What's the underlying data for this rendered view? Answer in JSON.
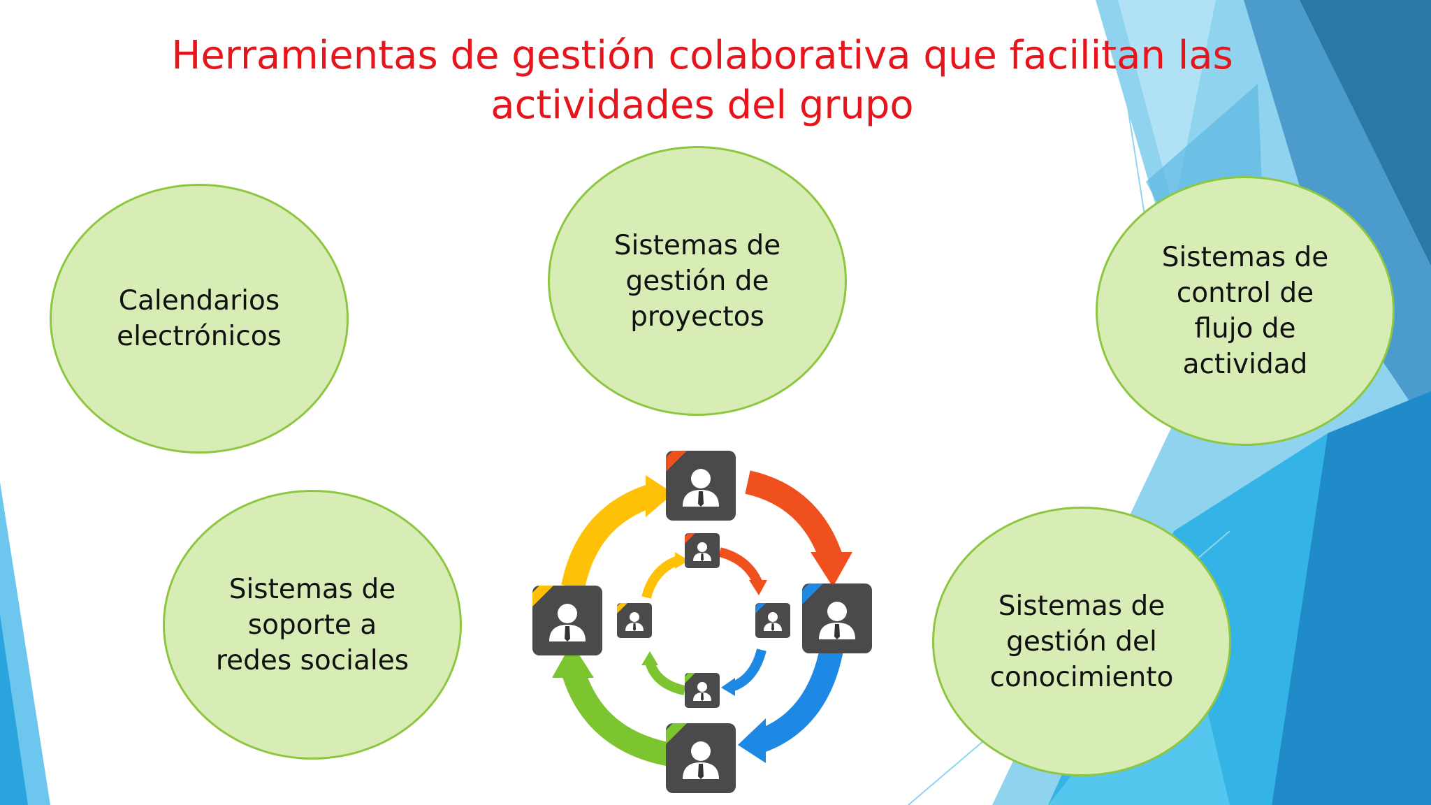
{
  "slide": {
    "title_line1": "Herramientas de gestión colaborativa que facilitan las",
    "title_line2": "actividades del grupo"
  },
  "bubbles": [
    {
      "id": "calendarios",
      "lines": [
        "Calendarios",
        "electrónicos"
      ]
    },
    {
      "id": "proyectos",
      "lines": [
        "Sistemas de",
        "gestión de",
        "proyectos"
      ]
    },
    {
      "id": "flujo",
      "lines": [
        "Sistemas de",
        "control de",
        "flujo de",
        "actividad"
      ]
    },
    {
      "id": "redes",
      "lines": [
        "Sistemas de",
        "soporte a",
        "redes sociales"
      ]
    },
    {
      "id": "conocimiento",
      "lines": [
        "Sistemas de",
        "gestión del",
        "conocimiento"
      ]
    }
  ],
  "colors": {
    "title": "#e8141b",
    "bubble_fill": "#d8edb6",
    "bubble_border": "#8dc63f",
    "arrow_red": "#f0501e",
    "arrow_blue": "#1e88e5",
    "arrow_green": "#7cc531",
    "arrow_yellow": "#ffc107",
    "person_tile": "#4a4a4a"
  },
  "icons": {
    "person": "person-icon",
    "cycle": "collaboration-cycle-graphic"
  }
}
